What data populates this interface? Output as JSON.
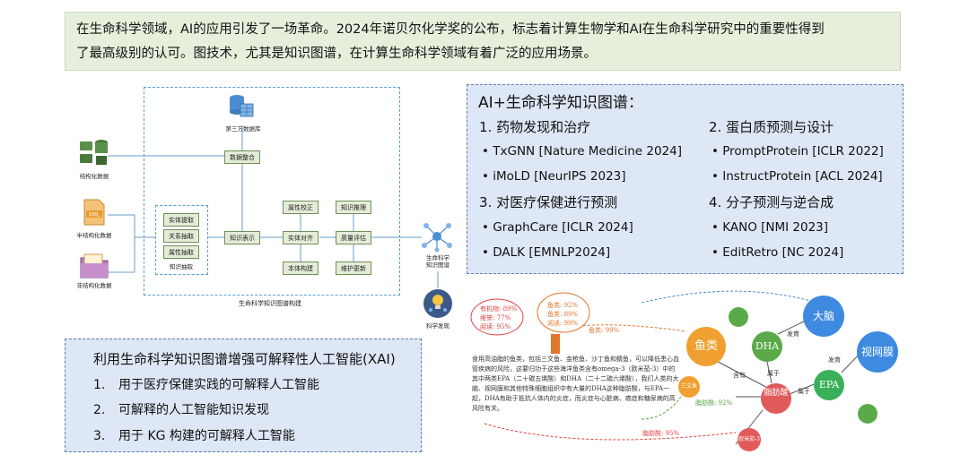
{
  "intro": {
    "line1": "在生命科学领域，AI的应用引发了一场革命。2024年诺贝尔化学奖的公布，标志着计算生物学和AI在生命科学研究中的重要性得到",
    "line2": "了最高级别的认可。图技术，尤其是知识图谱，在计算生命科学领域有着广泛的应用场景。"
  },
  "pipeline": {
    "third_party_db": "第三方数据库",
    "data_integration": "数据整合",
    "structured": "结构化数据",
    "semi_structured": "半结构化数据",
    "unstructured": "非结构化数据",
    "xml": "XML",
    "entity_extraction": "实体提取",
    "relation_extraction": "关系抽取",
    "attribute_extraction": "属性抽取",
    "knowledge_extraction": "知识抽取",
    "knowledge_representation": "知识表示",
    "attribute_check": "属性校正",
    "entity_alignment": "实体对齐",
    "ontology_construction": "本体构建",
    "knowledge_reasoning": "知识推理",
    "quality_assessment": "质量评估",
    "maintenance_update": "维护更新",
    "life_science_kg": "生命科学\n知识图谱",
    "science_discovery": "科学发现",
    "caption": "生命科学知识图谱构建"
  },
  "kg_panel": {
    "title": "AI+生命科学知识图谱：",
    "sections": [
      {
        "heading": "1. 药物发现和治疗",
        "items": [
          "TxGNN [Nature Medicine 2024]",
          "iMoLD [NeurIPS 2023]"
        ]
      },
      {
        "heading": "2. 蛋白质预测与设计",
        "items": [
          "PromptProtein [ICLR 2022]",
          "InstructProtein [ACL 2024]"
        ]
      },
      {
        "heading": "3. 对医疗保健进行预测",
        "items": [
          "GraphCare [ICLR 2024]",
          "DALK [EMNLP2024]"
        ]
      },
      {
        "heading": "4. 分子预测与逆合成",
        "items": [
          "KANO [NMI 2023]",
          "EditRetro [NC 2024]"
        ]
      }
    ]
  },
  "xai": {
    "title": "利用生命科学知识图谱增强可解释性人工智能(XAI)",
    "items": [
      {
        "num": "1.",
        "text": "用于医疗保健实践的可解释人工智能"
      },
      {
        "num": "2.",
        "text": "可解释的人工智能知识发现"
      },
      {
        "num": "3.",
        "text": "用于 KG 构建的可解释人工智能"
      }
    ]
  },
  "example": {
    "stats_left": [
      "有机物: 89%",
      "维誉: 77%",
      "阅读: 95%"
    ],
    "stats_right": [
      "鱼类: 92%",
      "鱼类: 89%",
      "阅读: 99%"
    ],
    "passage": "食用高油脂的鱼类，包括三文鱼、金枪鱼、沙丁鱼和鲭鱼，可以降低患心血管疾病的风险，这要归功于这些海洋鱼类含有omega-3（欧米茄-3）中的其中两类EPA（二十碳五烯酸）和DHA（二十二碳六烯酸），我们人类的大脑、视网膜和其他特殊细胞组织中有大量的DHA这种脂肪酸，与EPA一起，DHA有助于抵抗人体内的炎症，而炎症与心脏病、癌症和糖尿病的高风险有关。",
    "fish": "鱼类",
    "dha": "DHA",
    "brain": "大脑",
    "retina": "视网膜",
    "epa": "EPA",
    "fatty_acid": "脂肪酸",
    "salmon": "三文鱼",
    "omega": "欧米茄-3",
    "edge_fish": "鱼类: 99%",
    "edge_fatty": "脂肪酸: 92%",
    "edge_fatty2": "脂肪酸: 95%",
    "edge_contains": "含有",
    "edge_belongs": "属于",
    "edge_belongs2": "属于",
    "edge_develop": "发育",
    "edge_develop2": "发育"
  }
}
